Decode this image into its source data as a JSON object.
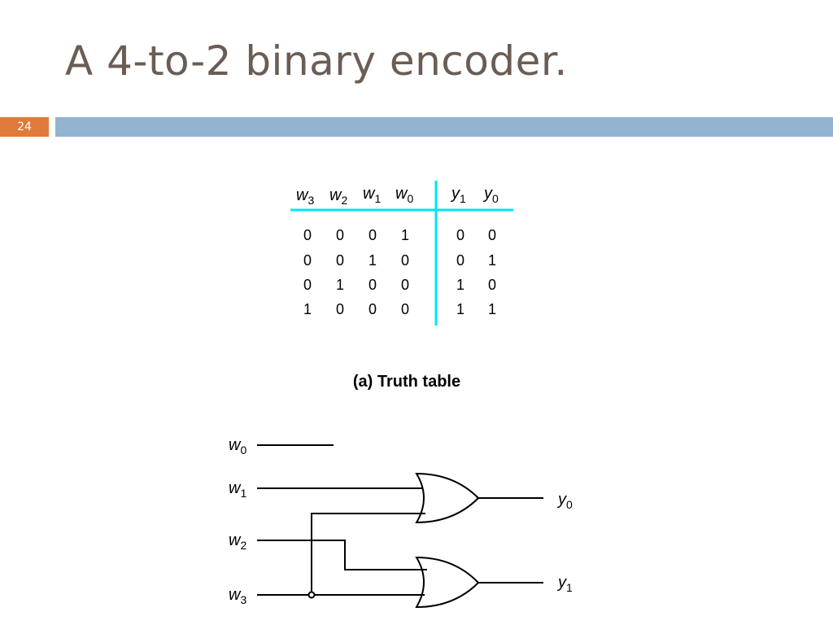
{
  "slide": {
    "title": "A 4-to-2 binary encoder.",
    "page_number": "24"
  },
  "truth_table": {
    "input_headers": [
      {
        "var": "w",
        "sub": "3"
      },
      {
        "var": "w",
        "sub": "2"
      },
      {
        "var": "w",
        "sub": "1"
      },
      {
        "var": "w",
        "sub": "0"
      }
    ],
    "output_headers": [
      {
        "var": "y",
        "sub": "1"
      },
      {
        "var": "y",
        "sub": "0"
      }
    ],
    "rows": [
      {
        "inputs": [
          "0",
          "0",
          "0",
          "1"
        ],
        "outputs": [
          "0",
          "0"
        ]
      },
      {
        "inputs": [
          "0",
          "0",
          "1",
          "0"
        ],
        "outputs": [
          "0",
          "1"
        ]
      },
      {
        "inputs": [
          "0",
          "1",
          "0",
          "0"
        ],
        "outputs": [
          "1",
          "0"
        ]
      },
      {
        "inputs": [
          "1",
          "0",
          "0",
          "0"
        ],
        "outputs": [
          "1",
          "1"
        ]
      }
    ],
    "caption": "(a) Truth table",
    "rule_color": "#00e5f0"
  },
  "circuit": {
    "inputs": [
      {
        "var": "w",
        "sub": "0"
      },
      {
        "var": "w",
        "sub": "1"
      },
      {
        "var": "w",
        "sub": "2"
      },
      {
        "var": "w",
        "sub": "3"
      }
    ],
    "outputs": [
      {
        "var": "y",
        "sub": "0"
      },
      {
        "var": "y",
        "sub": "1"
      }
    ],
    "gates": [
      "or-gate",
      "or-gate"
    ]
  }
}
